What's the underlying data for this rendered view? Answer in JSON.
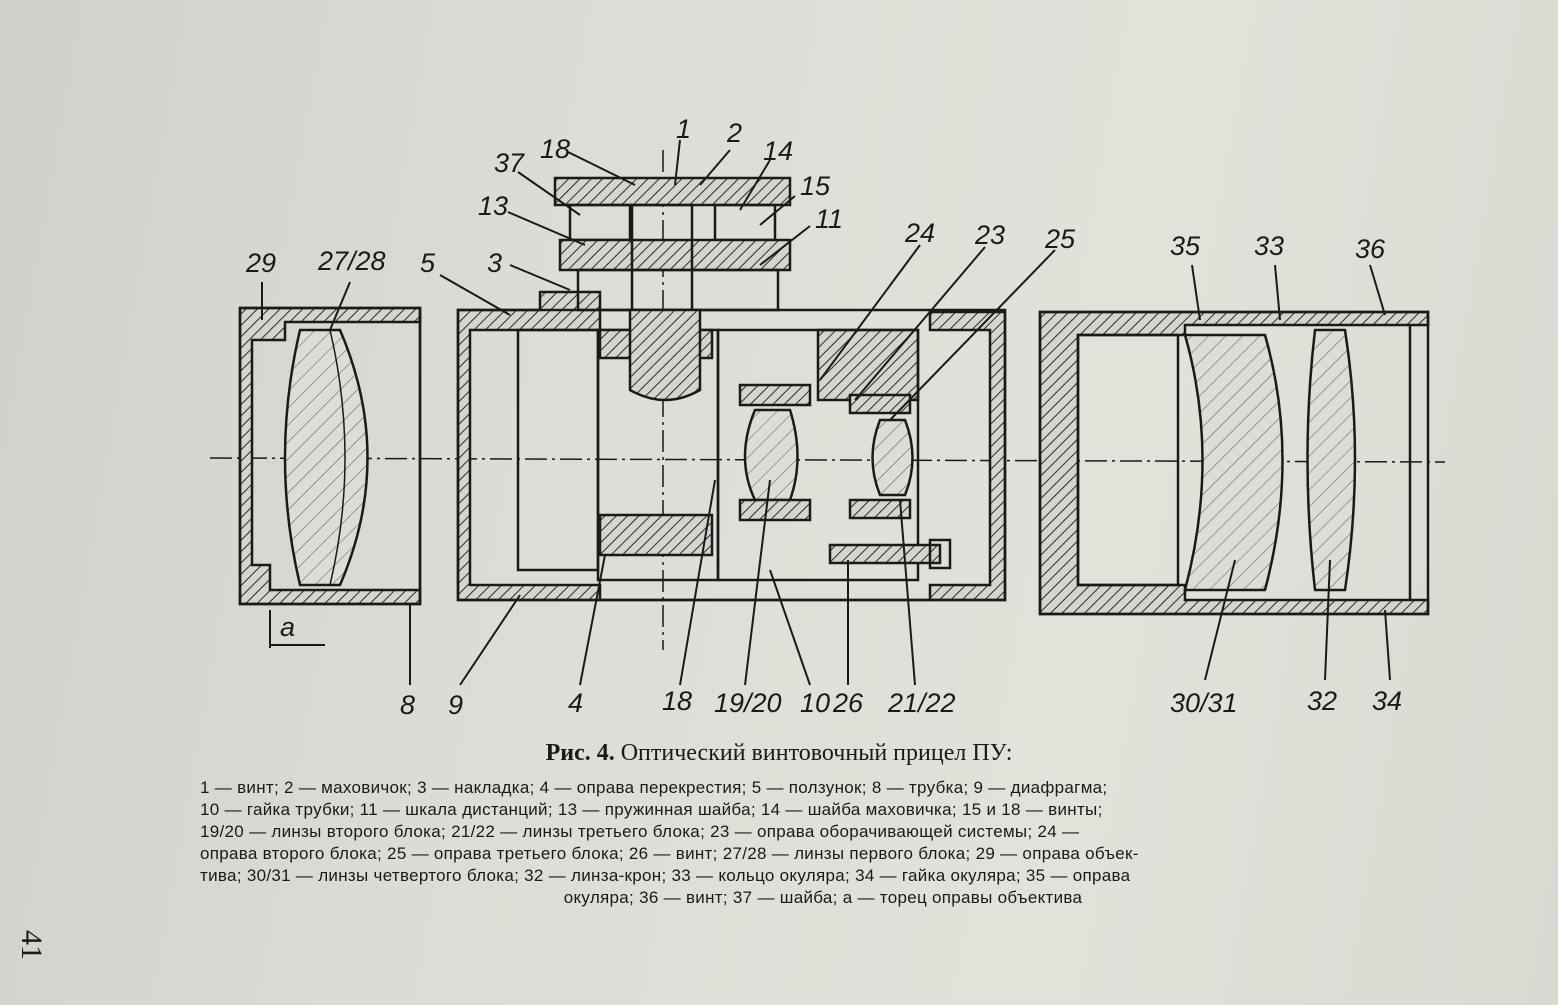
{
  "figure": {
    "caption_prefix": "Рис. 4.",
    "caption_title": "Оптический винтовочный прицел ПУ:",
    "legend_lines": [
      "1 — винт;   2 — маховичок;   3 — накладка;   4 — оправа перекрестия;   5 — ползунок;   8 — трубка;   9 — диафрагма;",
      "10 — гайка трубки;   11 — шкала дистанций;   13 — пружинная шайба;   14 — шайба маховичка;   15 и 18 — винты;",
      "19/20 — линзы второго блока;   21/22 — линзы третьего блока;   23 — оправа оборачивающей системы;   24 —",
      "оправа второго блока;   25 — оправа третьего блока;   26 — винт;   27/28 — линзы первого блока;   29 — оправа объек-",
      "тива;   30/31 — линзы четвертого блока;   32 — линза-крон;   33 — кольцо окуляра;   34 — гайка окуляра;   35 — оправа"
    ],
    "legend_last": "окуляра;   36 — винт;   37 — шайба;   а — торец оправы объектива",
    "page_number": "41"
  },
  "labels": {
    "l1": "1",
    "l2": "2",
    "l14": "14",
    "l18top": "18",
    "l37": "37",
    "l15": "15",
    "l13": "13",
    "l11": "11",
    "l24": "24",
    "l23": "23",
    "l25": "25",
    "l29": "29",
    "l2728": "27/28",
    "l5": "5",
    "l3": "3",
    "l35": "35",
    "l33": "33",
    "l36": "36",
    "la": "a",
    "l8": "8",
    "l9": "9",
    "l4": "4",
    "l18": "18",
    "l1920": "19/20",
    "l10": "10",
    "l26": "26",
    "l2122": "21/22",
    "l3031": "30/31",
    "l32": "32",
    "l34": "34"
  }
}
